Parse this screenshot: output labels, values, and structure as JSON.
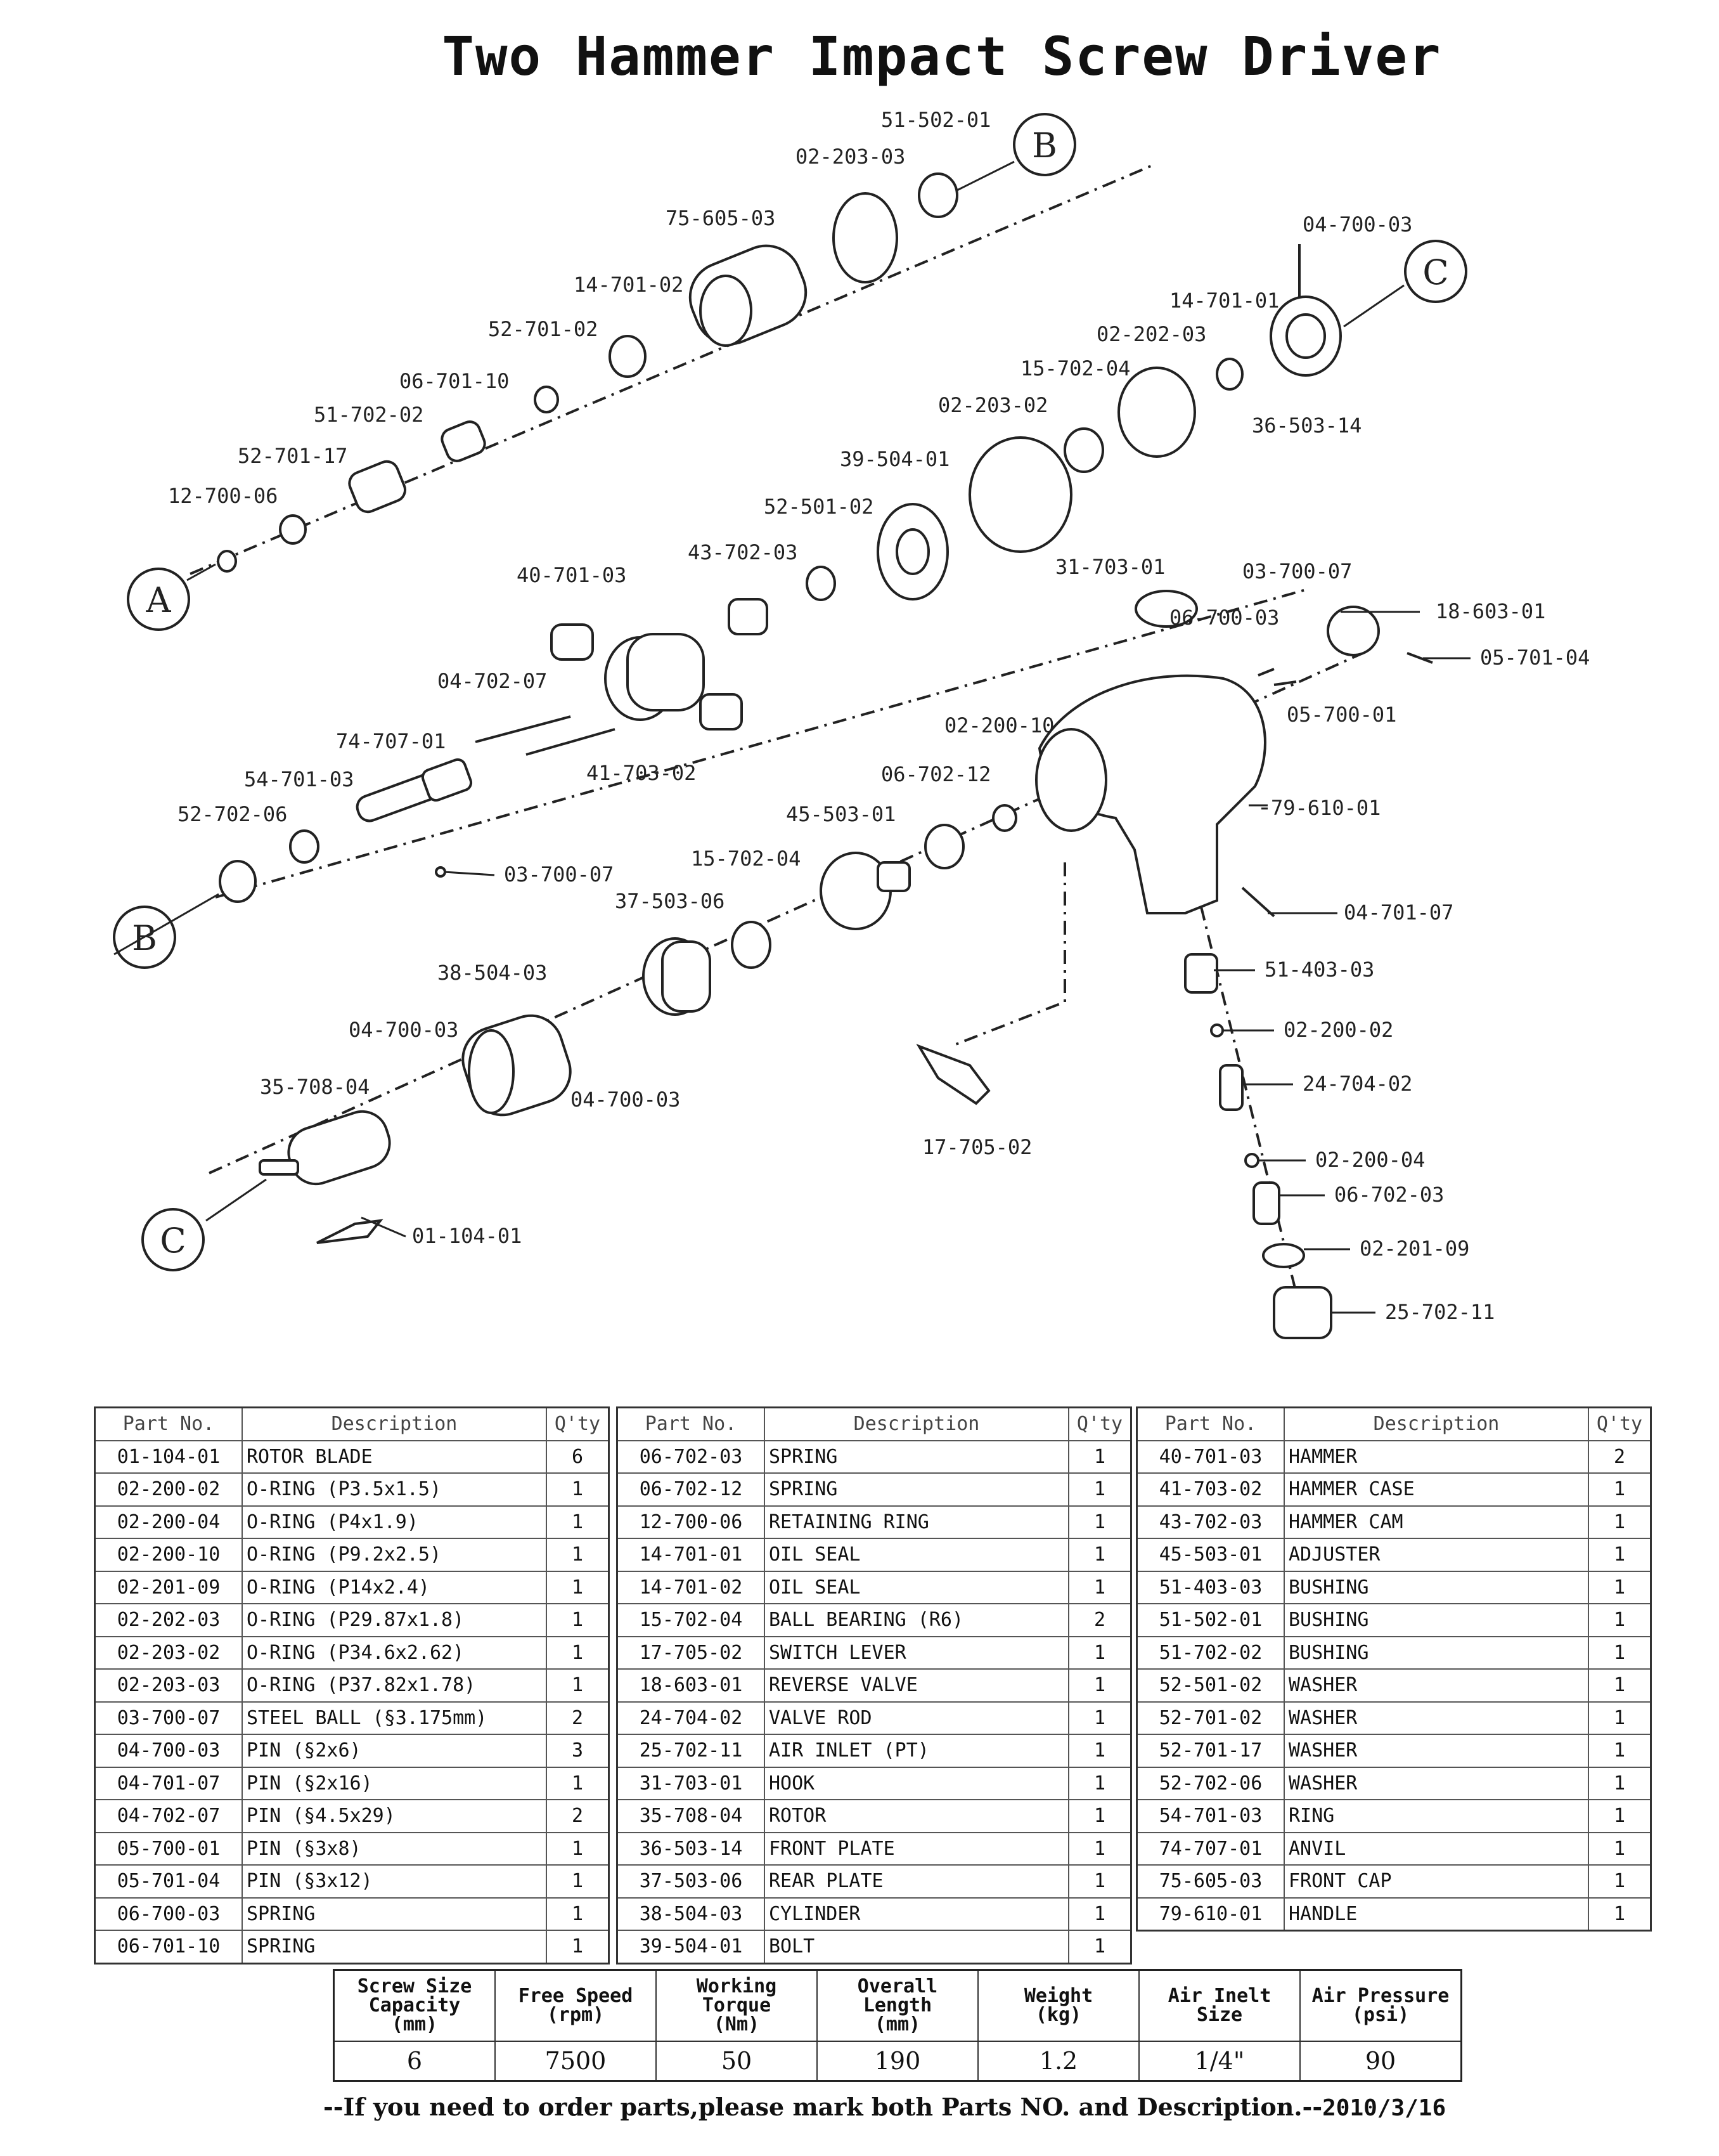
{
  "title": "Two Hammer Impact Screw Driver",
  "diagram": {
    "callouts": {
      "A_top": "A",
      "B_top": "B",
      "B_mid": "B",
      "C_top": "C",
      "C_bottom": "C"
    },
    "labels": [
      "51-502-01",
      "02-203-03",
      "75-605-03",
      "14-701-02",
      "52-701-02",
      "06-701-10",
      "51-702-02",
      "52-701-17",
      "12-700-06",
      "04-700-03",
      "14-701-01",
      "02-202-03",
      "15-702-04",
      "36-503-14",
      "02-203-02",
      "39-504-01",
      "52-501-02",
      "43-702-03",
      "40-701-03",
      "04-702-07",
      "41-703-02",
      "74-707-01",
      "54-701-03",
      "52-702-06",
      "03-700-07",
      "31-703-01",
      "03-700-07",
      "06-700-03",
      "18-603-01",
      "05-701-04",
      "05-700-01",
      "02-200-10",
      "06-702-12",
      "45-503-01",
      "15-702-04",
      "37-503-06",
      "79-610-01",
      "04-701-07",
      "38-504-03",
      "04-700-03",
      "04-700-03",
      "35-708-04",
      "01-104-01",
      "17-705-02",
      "51-403-03",
      "02-200-02",
      "24-704-02",
      "02-200-04",
      "06-702-03",
      "02-201-09",
      "25-702-11"
    ]
  },
  "parts_header": {
    "part_no": "Part  No.",
    "description": "Description",
    "qty": "Q'ty"
  },
  "parts_tables": [
    [
      {
        "no": "01-104-01",
        "desc": "ROTOR  BLADE",
        "qty": "6"
      },
      {
        "no": "02-200-02",
        "desc": "O-RING (P3.5x1.5)",
        "qty": "1"
      },
      {
        "no": "02-200-04",
        "desc": "O-RING (P4x1.9)",
        "qty": "1"
      },
      {
        "no": "02-200-10",
        "desc": "O-RING (P9.2x2.5)",
        "qty": "1"
      },
      {
        "no": "02-201-09",
        "desc": "O-RING (P14x2.4)",
        "qty": "1"
      },
      {
        "no": "02-202-03",
        "desc": "O-RING (P29.87x1.8)",
        "qty": "1"
      },
      {
        "no": "02-203-02",
        "desc": "O-RING (P34.6x2.62)",
        "qty": "1"
      },
      {
        "no": "02-203-03",
        "desc": "O-RING (P37.82x1.78)",
        "qty": "1"
      },
      {
        "no": "03-700-07",
        "desc": "STEEL  BALL (§3.175mm)",
        "qty": "2"
      },
      {
        "no": "04-700-03",
        "desc": "PIN (§2x6)",
        "qty": "3"
      },
      {
        "no": "04-701-07",
        "desc": "PIN (§2x16)",
        "qty": "1"
      },
      {
        "no": "04-702-07",
        "desc": "PIN (§4.5x29)",
        "qty": "2"
      },
      {
        "no": "05-700-01",
        "desc": "PIN (§3x8)",
        "qty": "1"
      },
      {
        "no": "05-701-04",
        "desc": "PIN (§3x12)",
        "qty": "1"
      },
      {
        "no": "06-700-03",
        "desc": "SPRING",
        "qty": "1"
      },
      {
        "no": "06-701-10",
        "desc": "SPRING",
        "qty": "1"
      }
    ],
    [
      {
        "no": "06-702-03",
        "desc": "SPRING",
        "qty": "1"
      },
      {
        "no": "06-702-12",
        "desc": "SPRING",
        "qty": "1"
      },
      {
        "no": "12-700-06",
        "desc": "RETAINING RING",
        "qty": "1"
      },
      {
        "no": "14-701-01",
        "desc": "OIL SEAL",
        "qty": "1"
      },
      {
        "no": "14-701-02",
        "desc": "OIL SEAL",
        "qty": "1"
      },
      {
        "no": "15-702-04",
        "desc": "BALL  BEARING (R6)",
        "qty": "2"
      },
      {
        "no": "17-705-02",
        "desc": "SWITCH  LEVER",
        "qty": "1"
      },
      {
        "no": "18-603-01",
        "desc": "REVERSE  VALVE",
        "qty": "1"
      },
      {
        "no": "24-704-02",
        "desc": "VALVE  ROD",
        "qty": "1"
      },
      {
        "no": "25-702-11",
        "desc": "AIR  INLET (PT)",
        "qty": "1"
      },
      {
        "no": "31-703-01",
        "desc": "HOOK",
        "qty": "1"
      },
      {
        "no": "35-708-04",
        "desc": "ROTOR",
        "qty": "1"
      },
      {
        "no": "36-503-14",
        "desc": "FRONT  PLATE",
        "qty": "1"
      },
      {
        "no": "37-503-06",
        "desc": "REAR  PLATE",
        "qty": "1"
      },
      {
        "no": "38-504-03",
        "desc": "CYLINDER",
        "qty": "1"
      },
      {
        "no": "39-504-01",
        "desc": "BOLT",
        "qty": "1"
      }
    ],
    [
      {
        "no": "40-701-03",
        "desc": "HAMMER",
        "qty": "2"
      },
      {
        "no": "41-703-02",
        "desc": "HAMMER  CASE",
        "qty": "1"
      },
      {
        "no": "43-702-03",
        "desc": "HAMMER  CAM",
        "qty": "1"
      },
      {
        "no": "45-503-01",
        "desc": "ADJUSTER",
        "qty": "1"
      },
      {
        "no": "51-403-03",
        "desc": "BUSHING",
        "qty": "1"
      },
      {
        "no": "51-502-01",
        "desc": "BUSHING",
        "qty": "1"
      },
      {
        "no": "51-702-02",
        "desc": "BUSHING",
        "qty": "1"
      },
      {
        "no": "52-501-02",
        "desc": "WASHER",
        "qty": "1"
      },
      {
        "no": "52-701-02",
        "desc": "WASHER",
        "qty": "1"
      },
      {
        "no": "52-701-17",
        "desc": "WASHER",
        "qty": "1"
      },
      {
        "no": "52-702-06",
        "desc": "WASHER",
        "qty": "1"
      },
      {
        "no": "54-701-03",
        "desc": "RING",
        "qty": "1"
      },
      {
        "no": "74-707-01",
        "desc": "ANVIL",
        "qty": "1"
      },
      {
        "no": "75-605-03",
        "desc": "FRONT  CAP",
        "qty": "1"
      },
      {
        "no": "79-610-01",
        "desc": "HANDLE",
        "qty": "1"
      }
    ]
  ],
  "specs": {
    "headers": [
      "Screw Size\nCapacity\n(mm)",
      "Free Speed\n(rpm)",
      "Working\nTorque\n(Nm)",
      "Overall\nLength\n(mm)",
      "Weight\n(kg)",
      "Air Inelt\nSize",
      "Air Pressure\n(psi)"
    ],
    "values": [
      "6",
      "7500",
      "50",
      "190",
      "1.2",
      "1/4\"",
      "90"
    ]
  },
  "footer": {
    "note": "--If you need to order parts,please mark both Parts NO. and Description.--",
    "date": "2010/3/16"
  }
}
